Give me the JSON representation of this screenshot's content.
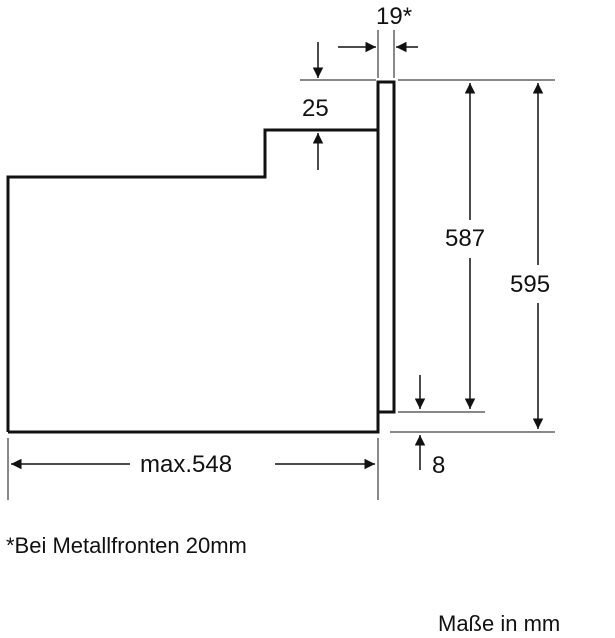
{
  "drawing": {
    "dimensions": {
      "panel_thickness": "19*",
      "step_height": "25",
      "inner_height": "587",
      "total_height": "595",
      "bottom_gap": "8",
      "depth": "max.548"
    },
    "footnote": "*Bei Metallfronten 20mm",
    "units_note": "Maße in mm"
  }
}
